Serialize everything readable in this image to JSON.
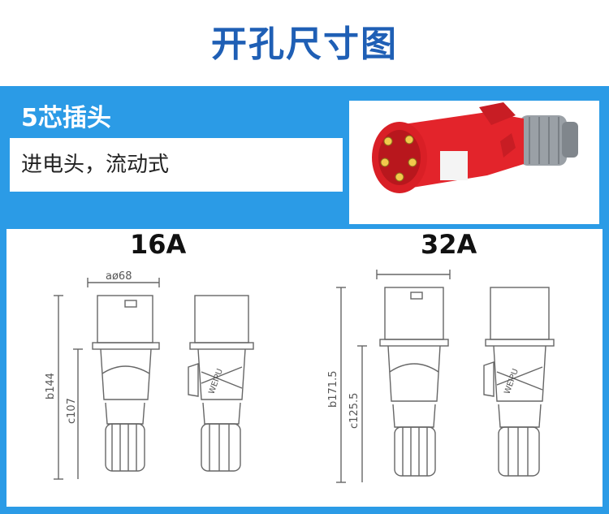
{
  "title": "开孔尺寸图",
  "product": {
    "heading": "5芯插头",
    "description": "进电头，流动式"
  },
  "colors": {
    "title": "#1f5fb5",
    "panel": "#2b9be6",
    "plug_body": "#e3242b",
    "plug_cap": "#9aa0a6"
  },
  "drawings": [
    {
      "label": "16A",
      "diameter_label": "aø68",
      "height_b": "b144",
      "height_c": "c107",
      "brand_mark": "WEIPU"
    },
    {
      "label": "32A",
      "height_b": "b171.5",
      "height_c": "c125.5",
      "brand_mark": "WEIPU"
    }
  ]
}
